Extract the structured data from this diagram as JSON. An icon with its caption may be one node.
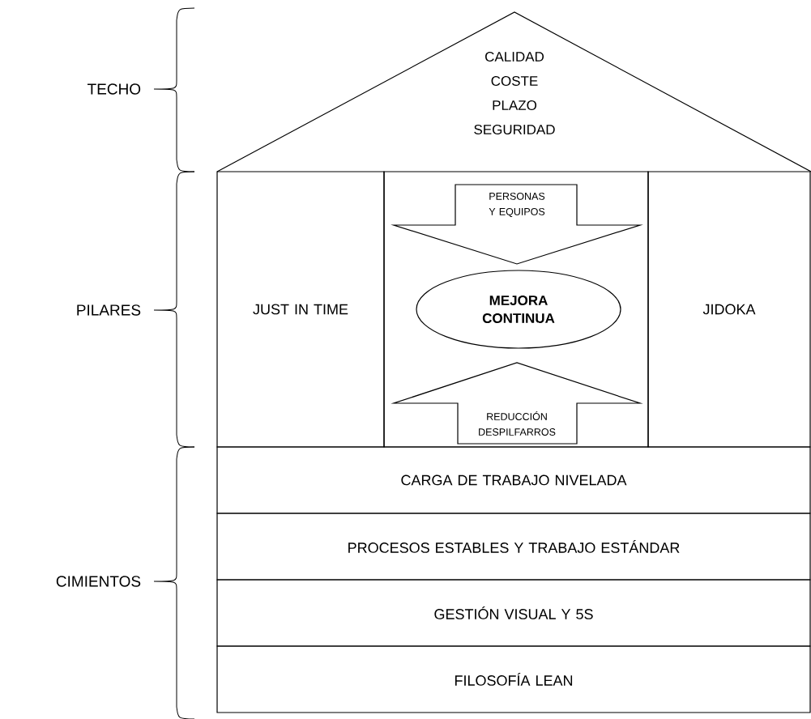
{
  "diagram": {
    "nodes": [
      {
        "text": [
          "CALIDAD",
          "COSTE",
          "PLAZO",
          "SEGURIDAD"
        ]
      },
      {
        "text": [
          "JUST IN TIME"
        ]
      },
      {
        "text": [],
        "shape": "box"
      },
      {
        "text": [
          "PERSONAS Y EQUIPOS"
        ],
        "in": 2
      },
      {
        "text": [
          "MEJORA CONTINUA"
        ],
        "in": 2
      },
      {
        "text": [
          "REDUCCIÓN DESPILFARROS"
        ],
        "in": 2
      },
      {
        "text": [
          "JIDOKA"
        ]
      },
      {
        "text": [
          "CARGA DE TRABAJO NIVELADA"
        ]
      },
      {
        "text": [
          "PROCESOS ESTABLES Y TRABAJO ESTÁNDAR"
        ]
      },
      {
        "text": [
          "GESTIÓN VISUAL Y 5S"
        ]
      },
      {
        "text": [
          "FILOSOFÍA LEAN"
        ]
      }
    ],
    "labels": [
      "TECHO",
      "PILARES",
      "CIMIENTOS"
    ]
  }
}
